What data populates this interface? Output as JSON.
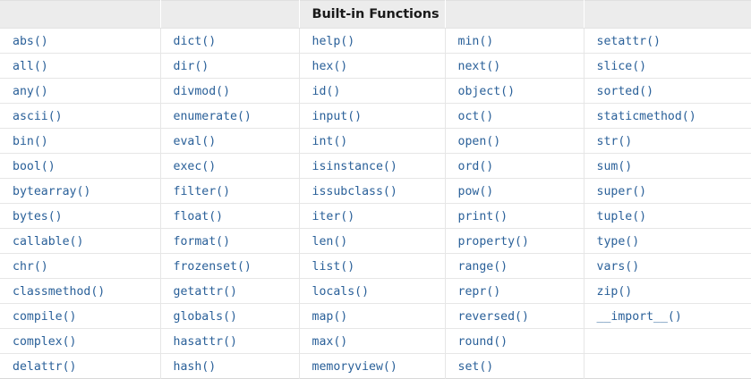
{
  "table": {
    "title": "Built-in Functions",
    "title_column_index": 2,
    "column_count": 5,
    "row_count": 14,
    "accent_color": "#2a6099",
    "header_background": "#ececec",
    "border_color": "#e6e6e6",
    "headers": [
      "",
      "",
      "Built-in Functions",
      "",
      ""
    ],
    "rows": [
      [
        "abs()",
        "dict()",
        "help()",
        "min()",
        "setattr()"
      ],
      [
        "all()",
        "dir()",
        "hex()",
        "next()",
        "slice()"
      ],
      [
        "any()",
        "divmod()",
        "id()",
        "object()",
        "sorted()"
      ],
      [
        "ascii()",
        "enumerate()",
        "input()",
        "oct()",
        "staticmethod()"
      ],
      [
        "bin()",
        "eval()",
        "int()",
        "open()",
        "str()"
      ],
      [
        "bool()",
        "exec()",
        "isinstance()",
        "ord()",
        "sum()"
      ],
      [
        "bytearray()",
        "filter()",
        "issubclass()",
        "pow()",
        "super()"
      ],
      [
        "bytes()",
        "float()",
        "iter()",
        "print()",
        "tuple()"
      ],
      [
        "callable()",
        "format()",
        "len()",
        "property()",
        "type()"
      ],
      [
        "chr()",
        "frozenset()",
        "list()",
        "range()",
        "vars()"
      ],
      [
        "classmethod()",
        "getattr()",
        "locals()",
        "repr()",
        "zip()"
      ],
      [
        "compile()",
        "globals()",
        "map()",
        "reversed()",
        "__import__()"
      ],
      [
        "complex()",
        "hasattr()",
        "max()",
        "round()",
        ""
      ],
      [
        "delattr()",
        "hash()",
        "memoryview()",
        "set()",
        ""
      ]
    ]
  }
}
